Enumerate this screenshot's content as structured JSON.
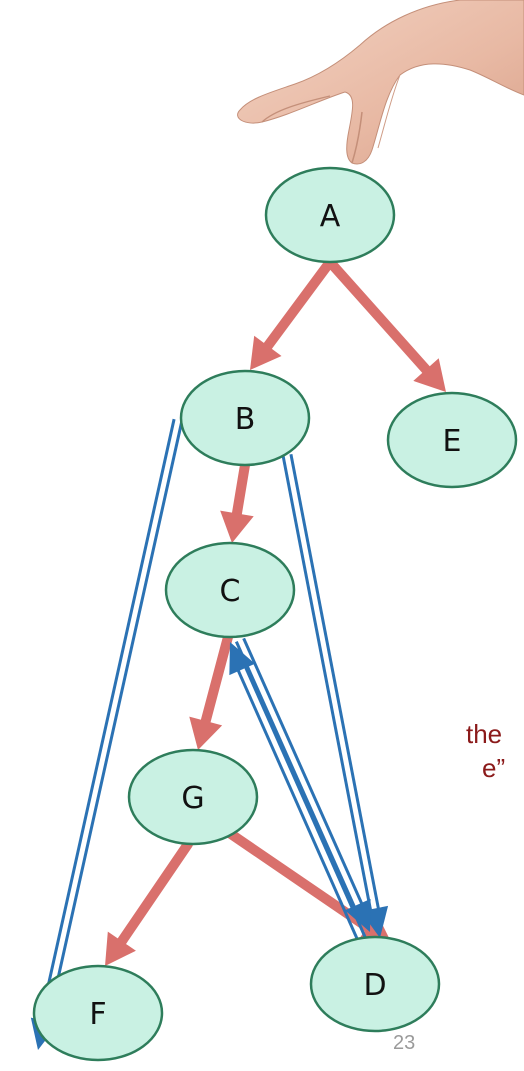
{
  "nodes": {
    "A": "A",
    "B": "B",
    "C": "C",
    "D": "D",
    "E": "E",
    "F": "F",
    "G": "G"
  },
  "caption": {
    "line1": "the",
    "line2": "e”"
  },
  "page_number": "23",
  "colors": {
    "node_fill": "#c9f1e3",
    "node_stroke": "#2e7d5b",
    "tree_edge": "#d9706c",
    "back_edge": "#2b72b4",
    "caption": "#8b1a1a",
    "page_number": "#9a9a9a"
  },
  "icons": {
    "hand": "hand-holding-icon"
  }
}
